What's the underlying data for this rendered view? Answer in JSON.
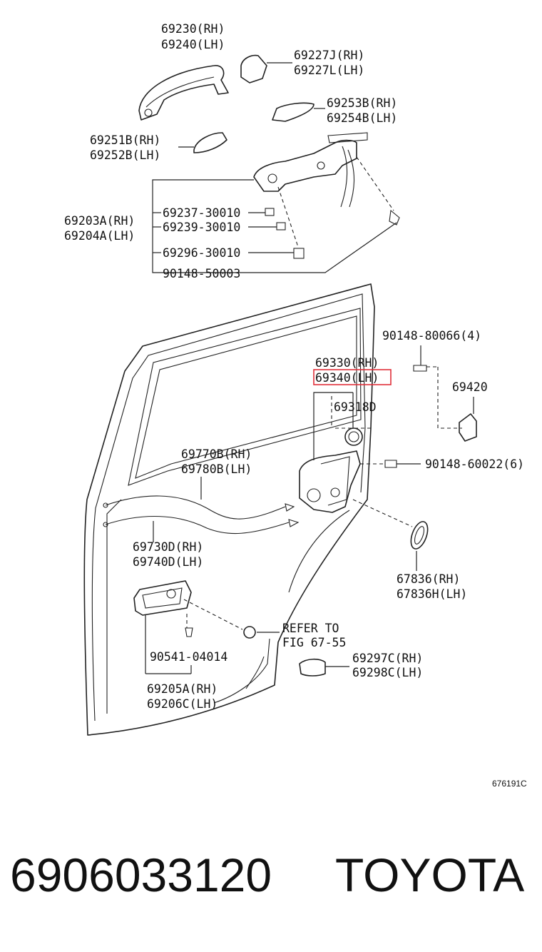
{
  "diagram": {
    "labels": [
      "69230(RH)",
      "69240(LH)",
      "69227J(RH)",
      "69227L(LH)",
      "69253B(RH)",
      "69254B(LH)",
      "69251B(RH)",
      "69252B(LH)",
      "69203A(RH)",
      "69204A(LH)",
      "69237-30010",
      "69239-30010",
      "69296-30010",
      "90148-50003",
      "90148-80066(4)",
      "69330(RH)",
      "69340(LH)",
      "69420",
      "69318D",
      "69770B(RH)",
      "69780B(LH)",
      "90148-60022(6)",
      "69730D(RH)",
      "69740D(LH)",
      "67836(RH)",
      "67836H(LH)",
      "REFER TO",
      "FIG 67-55",
      "90541-04014",
      "69297C(RH)",
      "69298C(LH)",
      "69205A(RH)",
      "69206C(LH)"
    ],
    "figure_code": "676191C",
    "highlight_color": "#e0303a"
  },
  "footer": {
    "part_number": "6906033120",
    "brand": "TOYOTA"
  }
}
